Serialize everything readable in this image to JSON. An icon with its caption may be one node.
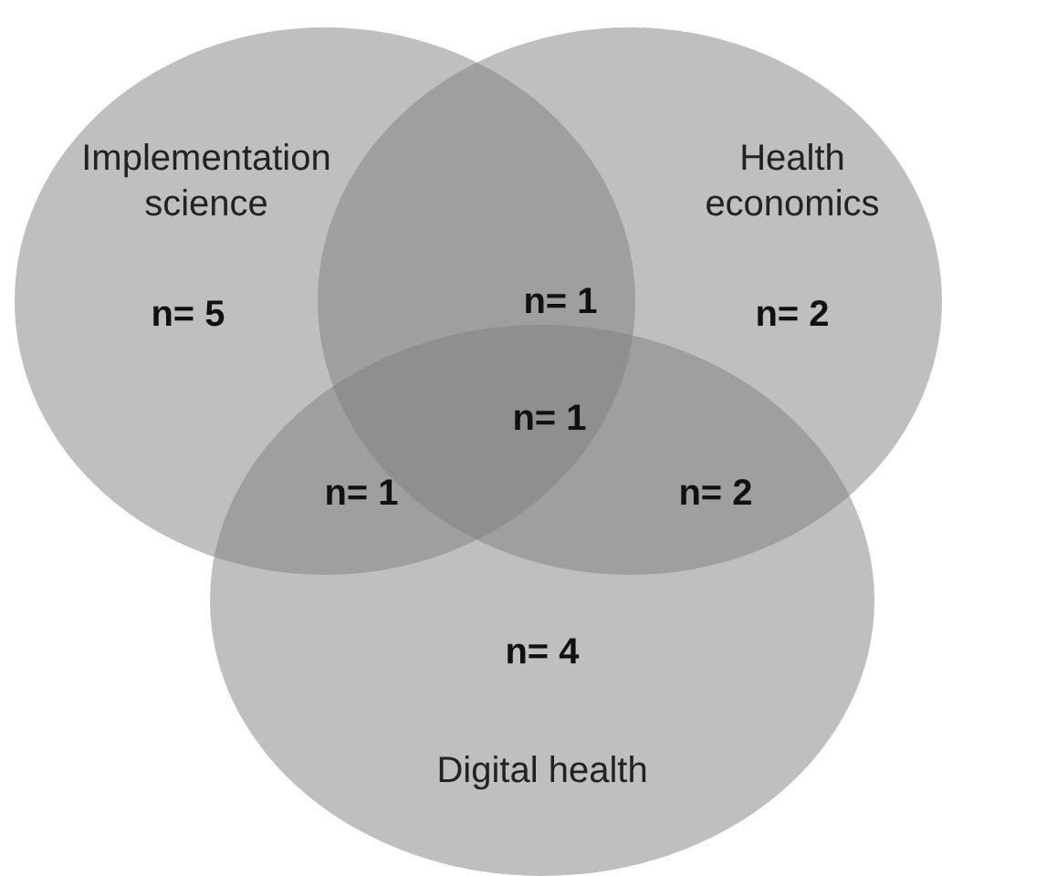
{
  "diagram": {
    "nodes": [
      {
        "text": [
          "Implementation science",
          "n= 5"
        ]
      },
      {
        "text": [
          "Health economics",
          "n= 2"
        ]
      },
      {
        "text": [
          "n= 4",
          "Digital health"
        ]
      }
    ],
    "labels": [
      "n= 1",
      "n= 1",
      "n= 1",
      "n= 2"
    ]
  }
}
